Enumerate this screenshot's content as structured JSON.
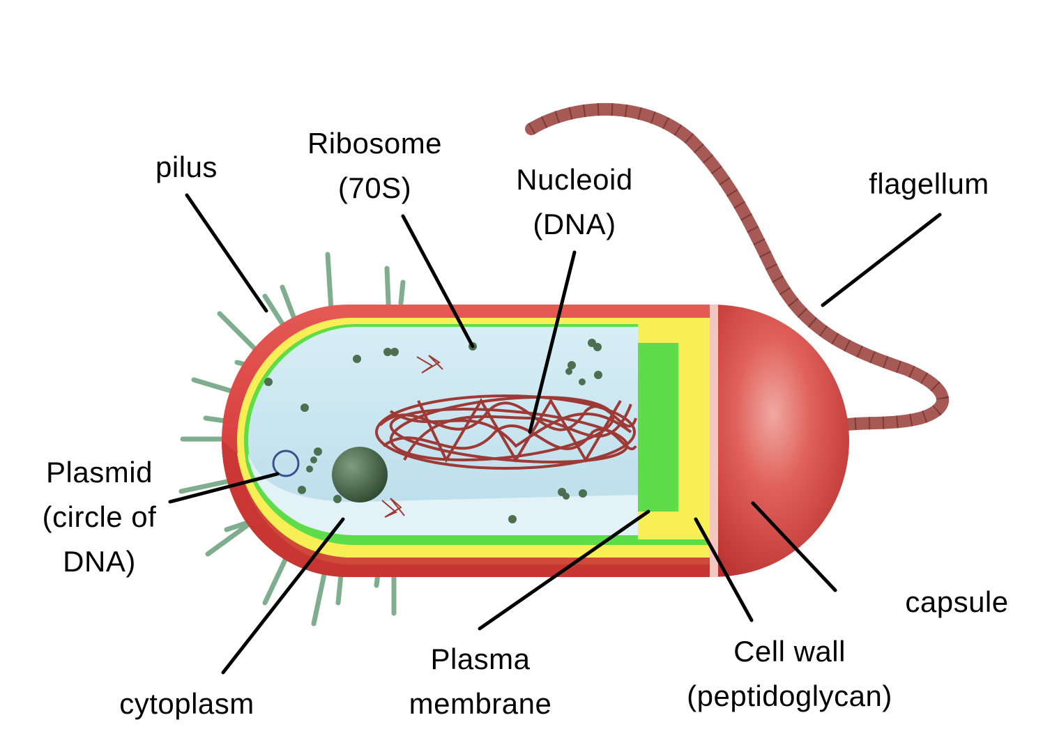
{
  "labels": {
    "pilus": "pilus",
    "ribosome": [
      "Ribosome",
      "(70S)"
    ],
    "nucleoid": [
      "Nucleoid",
      "(DNA)"
    ],
    "flagellum": "flagellum",
    "plasmid": [
      "Plasmid",
      "(circle of",
      "DNA)"
    ],
    "cytoplasm": "cytoplasm",
    "plasma_membrane": [
      "Plasma",
      "membrane"
    ],
    "cell_wall": [
      "Cell wall",
      "(peptidoglycan)"
    ],
    "capsule": "capsule"
  },
  "colors": {
    "capsule": "#d9413f",
    "capsule_dark": "#b82f2e",
    "cell_wall": "#f7ef55",
    "plasma_membrane": "#5fdc4a",
    "cytoplasm": "#cfe9f1",
    "pili": "#7fae8f",
    "flagellum": "#a75a55",
    "ribosome": "#4d6e4f",
    "nucleoid": "#9e3a36",
    "plasmid": "#3a4f8a",
    "leader": "#000000"
  }
}
